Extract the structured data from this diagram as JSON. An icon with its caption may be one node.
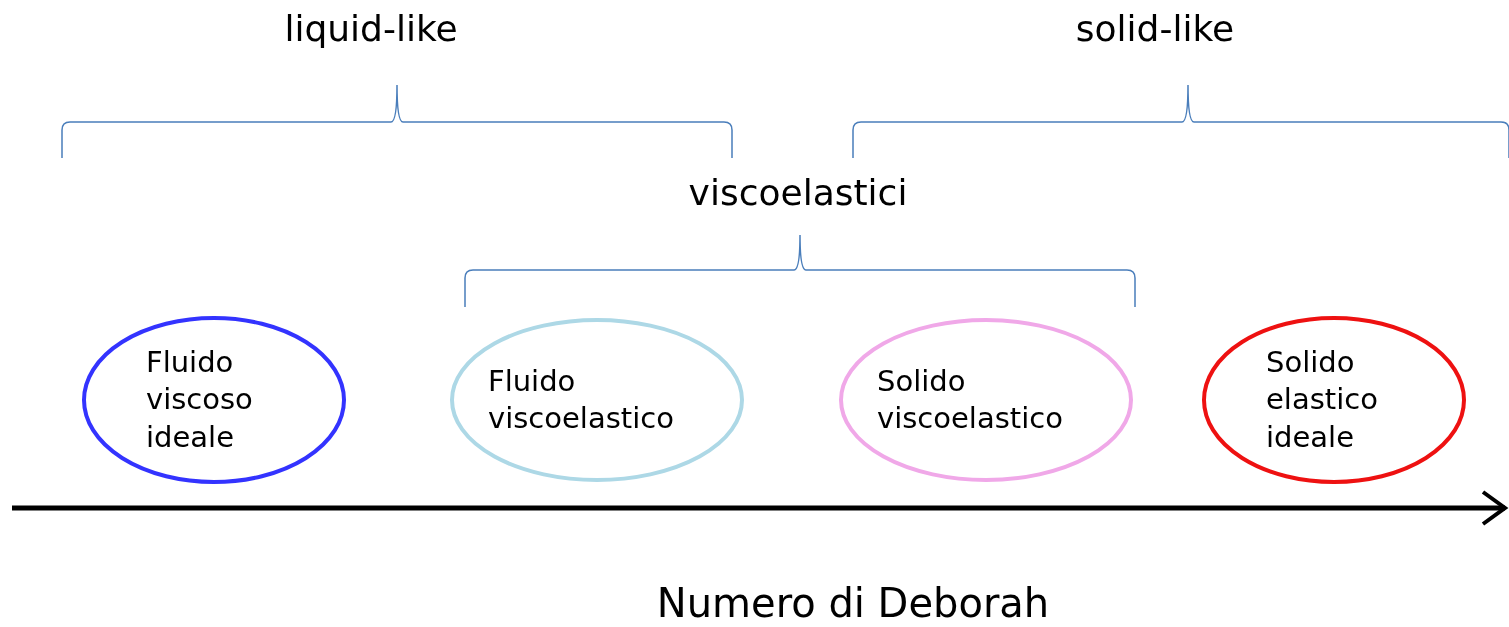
{
  "diagram": {
    "nodes": [
      {
        "text": [
          "Fluido viscoso ideale"
        ]
      },
      {
        "text": [
          "Fluido viscoelastico"
        ]
      },
      {
        "text": [
          "Solido viscoelastico"
        ]
      },
      {
        "text": [
          "Solido elastico ideale"
        ]
      }
    ],
    "labels": [
      "liquid-like",
      "solid-like",
      "viscoelastici",
      "Numero di Deborah"
    ]
  }
}
